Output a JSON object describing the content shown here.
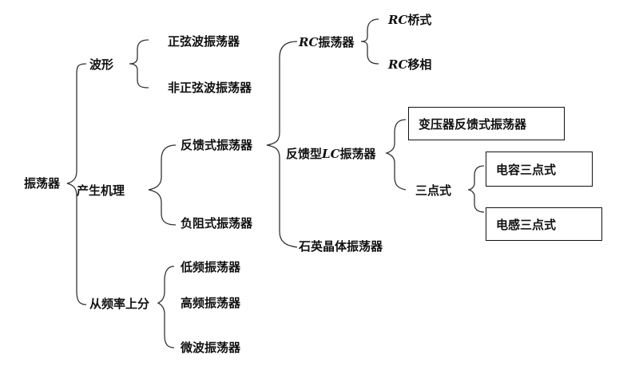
{
  "root": "振荡器",
  "categories": {
    "waveform": "波形",
    "mechanism": "产生机理",
    "frequency": "从频率上分"
  },
  "waveform_items": {
    "sine": "正弦波振荡器",
    "non_sine": "非正弦波振荡器"
  },
  "mechanism_items": {
    "feedback": "反馈式振荡器",
    "negative_resistance": "负阻式振荡器"
  },
  "frequency_items": {
    "low": "低频振荡器",
    "high": "高频振荡器",
    "microwave": "微波振荡器"
  },
  "feedback_types": {
    "rc": {
      "prefix": "RC",
      "suffix": "振荡器"
    },
    "lc": {
      "prefix": "反馈型",
      "mid": "LC",
      "suffix": "振荡器"
    },
    "crystal": "石英晶体振荡器"
  },
  "rc_types": {
    "bridge": {
      "prefix": "RC",
      "suffix": "桥式"
    },
    "phase_shift": {
      "prefix": "RC",
      "suffix": "移相"
    }
  },
  "lc_types": {
    "transformer": "变压器反馈式振荡器",
    "three_point": "三点式"
  },
  "three_point_types": {
    "capacitive": "电容三点式",
    "inductive": "电感三点式"
  },
  "line_color": "#333333"
}
